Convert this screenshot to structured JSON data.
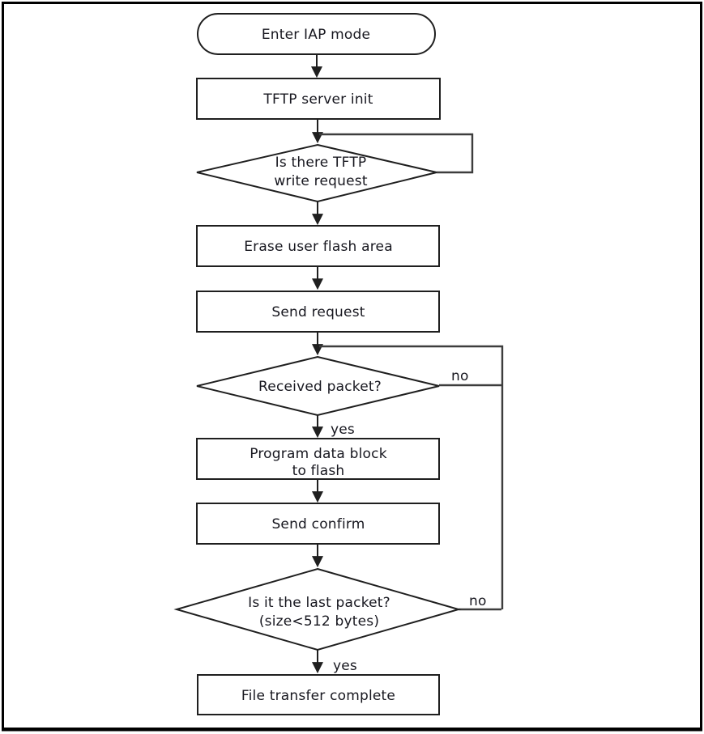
{
  "diagram": {
    "description": "Flowchart of TFTP firmware download in IAP mode",
    "colors": {
      "shape_stroke": "#1f1f1f",
      "shape_fill": "#ffffff",
      "text": "#17171f",
      "background": "#ffffff",
      "page_border": "#000000"
    },
    "nodes": {
      "start": {
        "type": "terminator",
        "label": "Enter IAP mode"
      },
      "tftp_init": {
        "type": "process",
        "label": "TFTP server init"
      },
      "write_request": {
        "type": "decision",
        "line1": "Is there TFTP",
        "line2": "write request"
      },
      "erase_flash": {
        "type": "process",
        "label": "Erase user flash area"
      },
      "send_request": {
        "type": "process",
        "label": "Send request"
      },
      "received_packet": {
        "type": "decision",
        "label": "Received packet?"
      },
      "program_block": {
        "type": "process",
        "line1": "Program data block",
        "line2": "to flash"
      },
      "send_confirm": {
        "type": "process",
        "label": "Send confirm"
      },
      "last_packet": {
        "type": "decision",
        "line1": "Is it the last packet?",
        "line2": "(size<512 bytes)"
      },
      "transfer_complete": {
        "type": "process",
        "label": "File transfer complete"
      }
    },
    "edge_labels": {
      "received_packet_no": "no",
      "received_packet_yes": "yes",
      "last_packet_no": "no",
      "last_packet_yes": "yes"
    }
  }
}
